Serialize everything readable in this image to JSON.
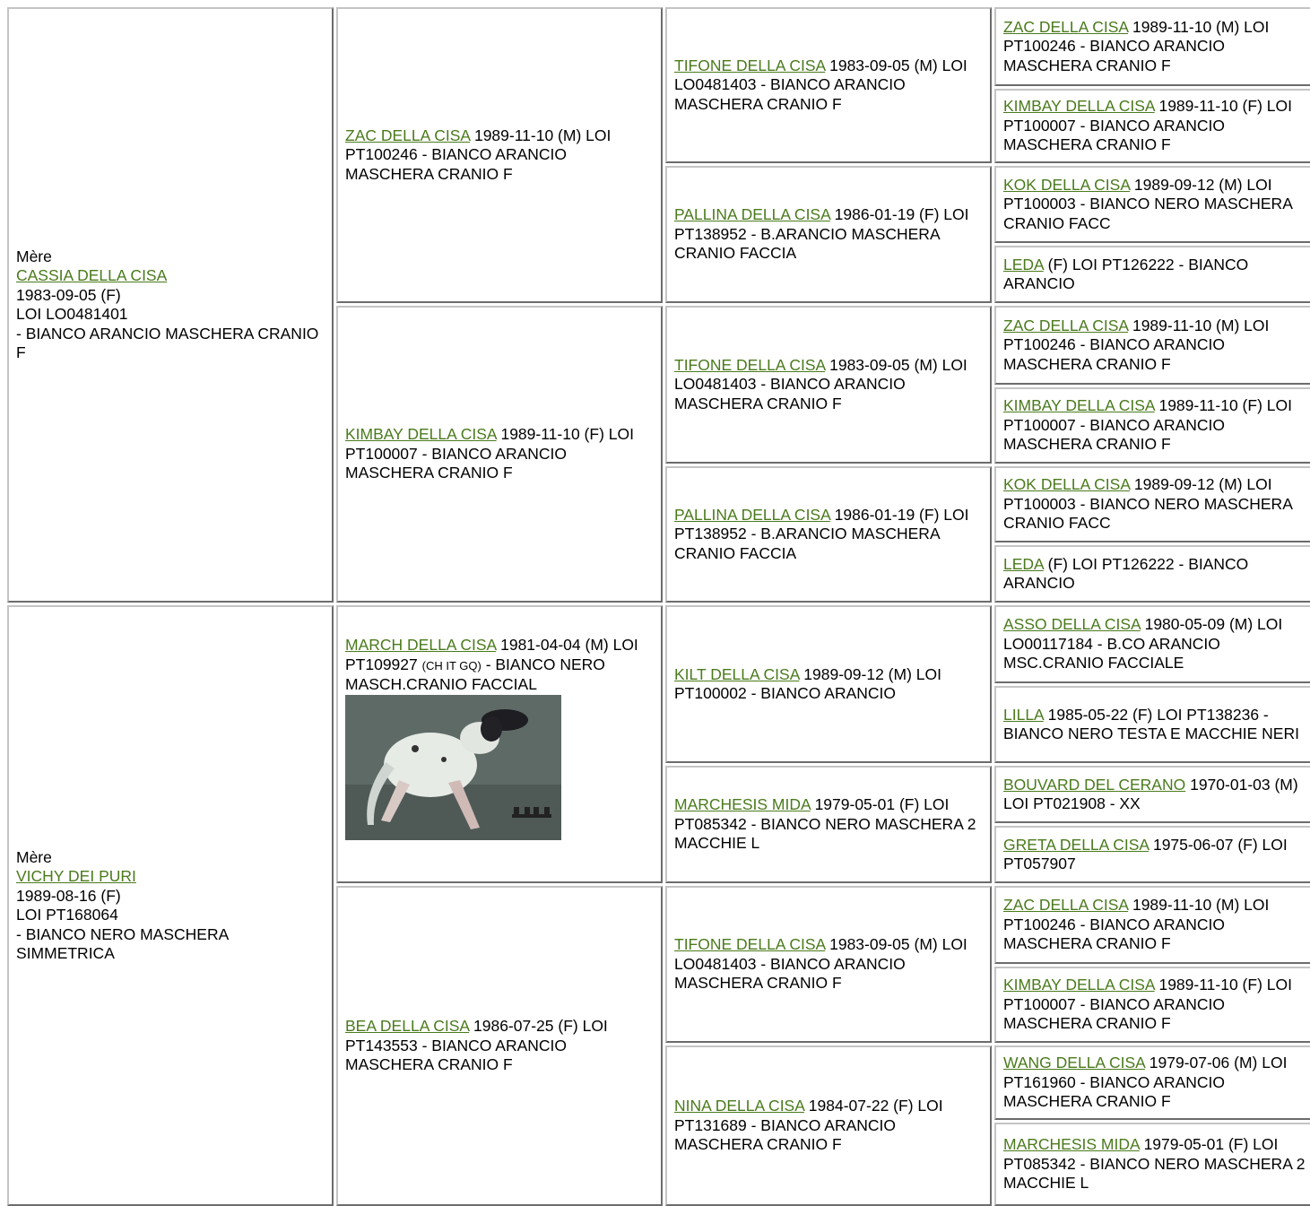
{
  "sire_side": {
    "label": "Mère",
    "name": "CASSIA DELLA CISA",
    "date_sex": "1983-09-05 (F)",
    "reg": "LOI LO0481401",
    "desc": "- BIANCO ARANCIO MASCHERA CRANIO F"
  },
  "dam_side": {
    "label": "Mère",
    "name": "VICHY DEI PURI",
    "date_sex": "1989-08-16 (F)",
    "reg": "LOI PT168064",
    "desc": "- BIANCO NERO MASCHERA SIMMETRICA"
  },
  "gen2": [
    {
      "name": "ZAC DELLA CISA",
      "details": " 1989-11-10 (M) LOI PT100246 - BIANCO ARANCIO MASCHERA CRANIO F"
    },
    {
      "name": "KIMBAY DELLA CISA",
      "details": " 1989-11-10 (F) LOI PT100007 - BIANCO ARANCIO MASCHERA CRANIO F"
    },
    {
      "name": "MARCH DELLA CISA",
      "details": " 1981-04-04 (M) LOI PT109927 ",
      "title_small": "(CH IT GQ)",
      "details2": " - BIANCO NERO MASCH.CRANIO FACCIAL",
      "photo_alt": "dog-photo"
    },
    {
      "name": "BEA DELLA CISA",
      "details": " 1986-07-25 (F) LOI PT143553 - BIANCO ARANCIO MASCHERA CRANIO F"
    }
  ],
  "gen3": [
    {
      "name": "TIFONE DELLA CISA",
      "details": " 1983-09-05 (M) LOI LO0481403 - BIANCO ARANCIO MASCHERA CRANIO F"
    },
    {
      "name": "PALLINA DELLA CISA",
      "details": " 1986-01-19 (F) LOI PT138952 - B.ARANCIO MASCHERA CRANIO FACCIA"
    },
    {
      "name": "TIFONE DELLA CISA",
      "details": " 1983-09-05 (M) LOI LO0481403 - BIANCO ARANCIO MASCHERA CRANIO F"
    },
    {
      "name": "PALLINA DELLA CISA",
      "details": " 1986-01-19 (F) LOI PT138952 - B.ARANCIO MASCHERA CRANIO FACCIA"
    },
    {
      "name": "KILT DELLA CISA",
      "details": " 1989-09-12 (M) LOI PT100002 - BIANCO ARANCIO"
    },
    {
      "name": "MARCHESIS MIDA",
      "details": " 1979-05-01 (F) LOI PT085342 - BIANCO NERO MASCHERA 2 MACCHIE L"
    },
    {
      "name": "TIFONE DELLA CISA",
      "details": " 1983-09-05 (M) LOI LO0481403 - BIANCO ARANCIO MASCHERA CRANIO F"
    },
    {
      "name": "NINA DELLA CISA",
      "details": " 1984-07-22 (F) LOI PT131689 - BIANCO ARANCIO MASCHERA CRANIO F"
    }
  ],
  "gen4": [
    {
      "name": "ZAC DELLA CISA",
      "details": " 1989-11-10 (M) LOI PT100246 - BIANCO ARANCIO MASCHERA CRANIO F"
    },
    {
      "name": "KIMBAY DELLA CISA",
      "details": " 1989-11-10 (F) LOI PT100007 - BIANCO ARANCIO MASCHERA CRANIO F"
    },
    {
      "name": "KOK DELLA CISA",
      "details": " 1989-09-12 (M) LOI PT100003 - BIANCO NERO MASCHERA CRANIO FACC"
    },
    {
      "name": "LEDA",
      "details": " (F) LOI PT126222 - BIANCO ARANCIO"
    },
    {
      "name": "ZAC DELLA CISA",
      "details": " 1989-11-10 (M) LOI PT100246 - BIANCO ARANCIO MASCHERA CRANIO F"
    },
    {
      "name": "KIMBAY DELLA CISA",
      "details": " 1989-11-10 (F) LOI PT100007 - BIANCO ARANCIO MASCHERA CRANIO F"
    },
    {
      "name": "KOK DELLA CISA",
      "details": " 1989-09-12 (M) LOI PT100003 - BIANCO NERO MASCHERA CRANIO FACC"
    },
    {
      "name": "LEDA",
      "details": " (F) LOI PT126222 - BIANCO ARANCIO"
    },
    {
      "name": "ASSO DELLA CISA",
      "details": " 1980-05-09 (M) LOI LO00117184 - B.CO ARANCIO MSC.CRANIO FACCIALE"
    },
    {
      "name": "LILLA",
      "details": " 1985-05-22 (F) LOI PT138236 - BIANCO NERO TESTA E MACCHIE NERI"
    },
    {
      "name": "BOUVARD DEL CERANO",
      "details": " 1970-01-03 (M) LOI PT021908 - XX"
    },
    {
      "name": "GRETA DELLA CISA",
      "details": " 1975-06-07 (F) LOI PT057907"
    },
    {
      "name": "ZAC DELLA CISA",
      "details": " 1989-11-10 (M) LOI PT100246 - BIANCO ARANCIO MASCHERA CRANIO F"
    },
    {
      "name": "KIMBAY DELLA CISA",
      "details": " 1989-11-10 (F) LOI PT100007 - BIANCO ARANCIO MASCHERA CRANIO F"
    },
    {
      "name": "WANG DELLA CISA",
      "details": " 1979-07-06 (M) LOI PT161960 - BIANCO ARANCIO MASCHERA CRANIO F"
    },
    {
      "name": "MARCHESIS MIDA",
      "details": " 1979-05-01 (F) LOI PT085342 - BIANCO NERO MASCHERA 2 MACCHIE L"
    }
  ],
  "colors": {
    "link": "#4a7a1c",
    "border_light": "#c4c4c4",
    "border_dark": "#6c6c6c"
  }
}
